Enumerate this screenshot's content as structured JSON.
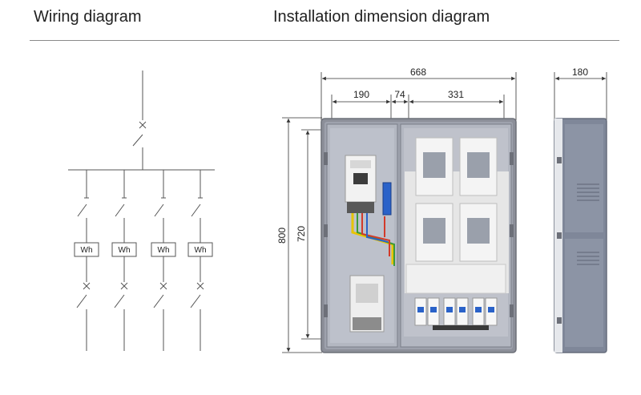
{
  "headings": {
    "wiring": "Wiring diagram",
    "installation": "Installation dimension diagram"
  },
  "wiring_diagram": {
    "branch_meter_labels": [
      "Wh",
      "Wh",
      "Wh",
      "Wh"
    ]
  },
  "dimensions": {
    "total_width": "668",
    "left_section": "190",
    "gap": "74",
    "right_section": "331",
    "depth": "180",
    "total_height": "800",
    "inner_height": "720"
  },
  "colors": {
    "cabinet_grey": "#8c8f99",
    "cabinet_panel": "#a9adb8",
    "side_blue_grey": "#7f8799",
    "meter_white": "#f4f4f4",
    "wire_yellow": "#e8c400",
    "wire_red": "#d23a2a",
    "wire_green": "#3b9a3b",
    "terminal_blue": "#2a62c9"
  }
}
